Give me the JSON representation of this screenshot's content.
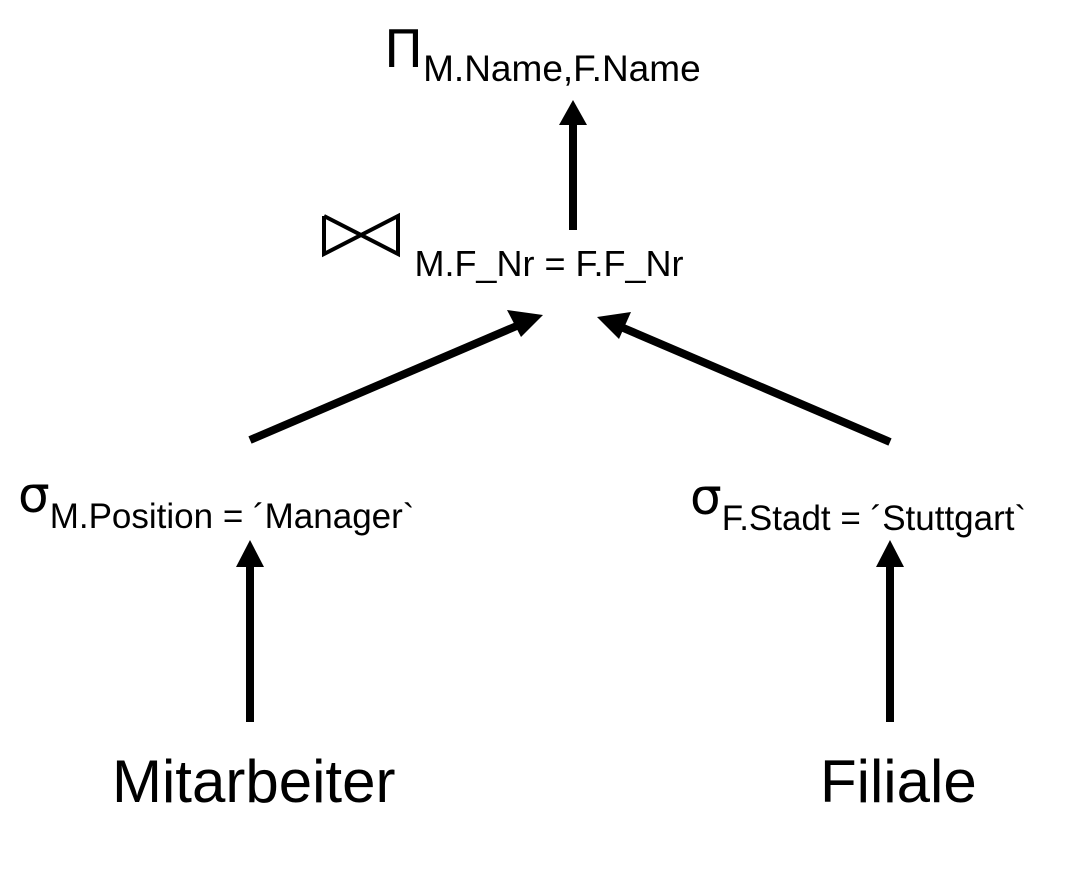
{
  "projection": {
    "symbol": "Π",
    "attributes": "M.Name,F.Name"
  },
  "join": {
    "symbol": "⋈",
    "condition": "M.F_Nr = F.F_Nr"
  },
  "selection_left": {
    "symbol": "σ",
    "condition": "M.Position = ´Manager`"
  },
  "selection_right": {
    "symbol": "σ",
    "condition": "F.Stadt = ´Stuttgart`"
  },
  "relation_left": {
    "name": "Mitarbeiter"
  },
  "relation_right": {
    "name": "Filiale"
  }
}
